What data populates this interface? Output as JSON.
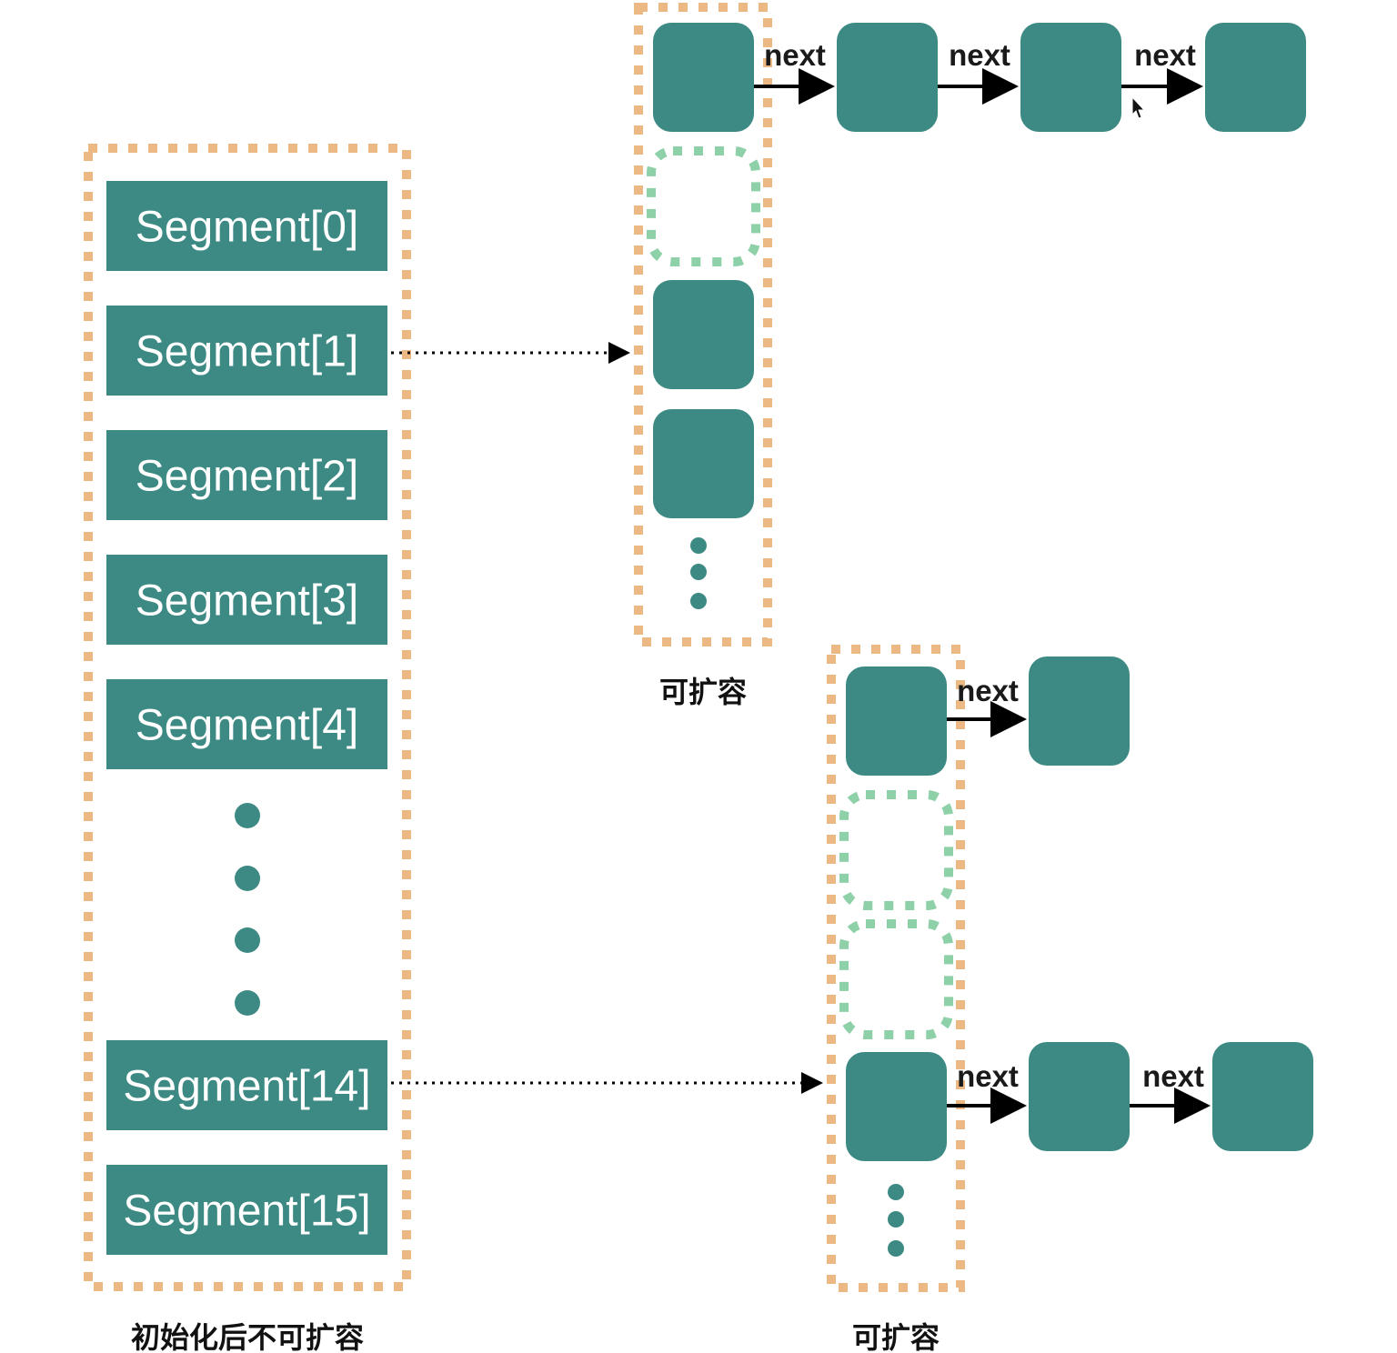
{
  "colors": {
    "teal": "#3d8a84",
    "orange_dash": "#ecb985",
    "green_dash": "#8ed0a8",
    "arrow": "#000000",
    "background": "#ffffff"
  },
  "segment_array": {
    "caption": "初始化后不可扩容",
    "segments": [
      "Segment[0]",
      "Segment[1]",
      "Segment[2]",
      "Segment[3]",
      "Segment[4]",
      "Segment[14]",
      "Segment[15]"
    ],
    "ellipsis_dots": 4
  },
  "table_top": {
    "caption": "可扩容",
    "slots": [
      "filled",
      "empty",
      "filled",
      "filled"
    ],
    "ellipsis_dots": 3,
    "chain_head_slot": 0,
    "chain_length": 4,
    "link_label": "next",
    "source_segment": "Segment[1]"
  },
  "table_bottom": {
    "caption": "可扩容",
    "slots": [
      "filled",
      "empty",
      "empty",
      "filled"
    ],
    "ellipsis_dots": 3,
    "chains": [
      {
        "slot": 0,
        "length": 2,
        "link_label": "next"
      },
      {
        "slot": 3,
        "length": 3,
        "link_label": "next"
      }
    ],
    "source_segment": "Segment[14]"
  },
  "cursor": "mouse-pointer-icon"
}
